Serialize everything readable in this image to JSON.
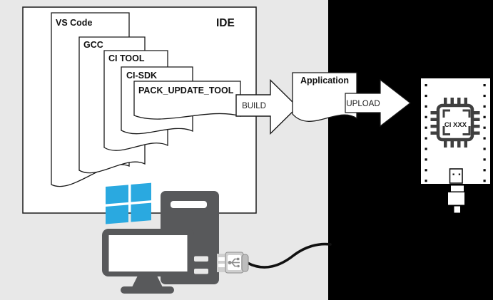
{
  "diagram": {
    "ide": {
      "title": "IDE",
      "tools": [
        {
          "label": "VS Code"
        },
        {
          "label": "GCC"
        },
        {
          "label": "CI TOOL"
        },
        {
          "label": "CI-SDK"
        },
        {
          "label": "PACK_UPDATE_TOOL"
        }
      ]
    },
    "build_arrow": {
      "label": "BUILD"
    },
    "application": {
      "label": "Application"
    },
    "upload_arrow": {
      "label": "UPLOAD"
    },
    "device_board": {
      "chip_label": "CI XXX"
    },
    "host": {
      "os_icon": "windows-logo",
      "computer_icon": "desktop-tower-computer",
      "connection_icon": "usb-cable"
    }
  },
  "colors": {
    "background": "#e8e8e8",
    "right_panel": "#000000",
    "windows_blue": "#2aa9e0",
    "device_gray": "#58595b",
    "chip_gray": "#3f3f3f",
    "shape_fill": "#ffffff",
    "shape_stroke": "#1a1a1a",
    "plug_silver": "#cfcfcf",
    "plug_outline": "#8c8c8c"
  }
}
